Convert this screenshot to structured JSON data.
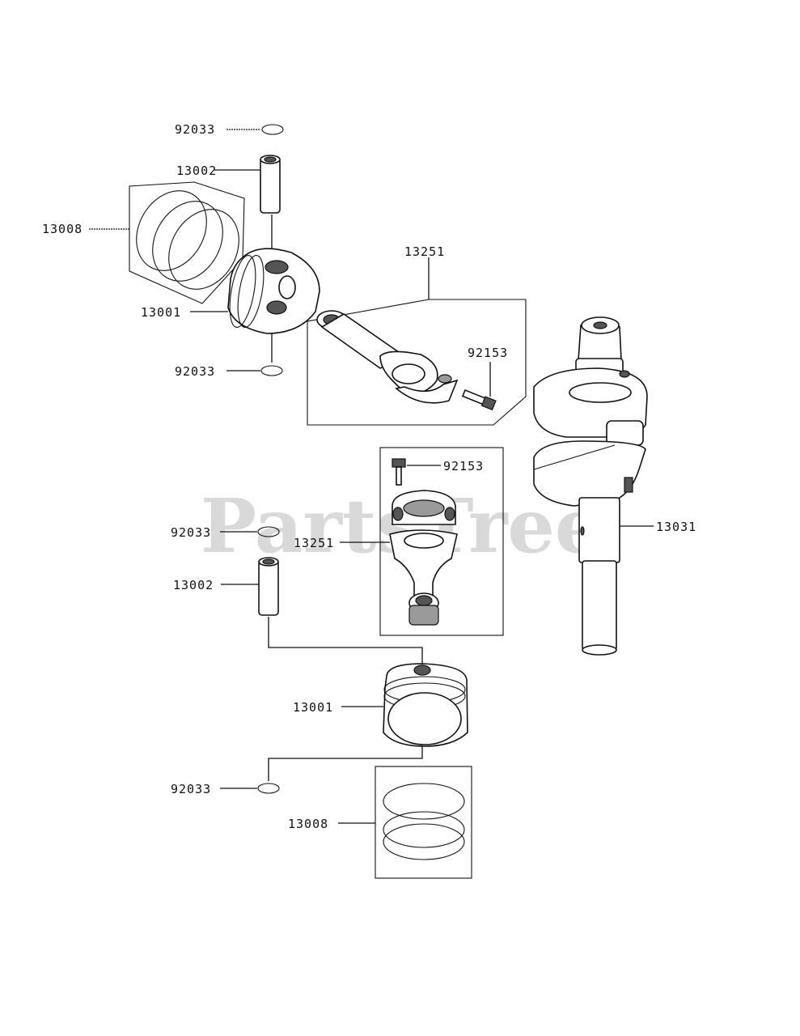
{
  "watermark": "PartsTree",
  "callouts": [
    {
      "id": "c1",
      "part": "92033"
    },
    {
      "id": "c2",
      "part": "13002"
    },
    {
      "id": "c3",
      "part": "13008"
    },
    {
      "id": "c4",
      "part": "13001"
    },
    {
      "id": "c5",
      "part": "92033"
    },
    {
      "id": "c6",
      "part": "13251"
    },
    {
      "id": "c7",
      "part": "92153"
    },
    {
      "id": "c8",
      "part": "92153"
    },
    {
      "id": "c9",
      "part": "13251"
    },
    {
      "id": "c10",
      "part": "92033"
    },
    {
      "id": "c11",
      "part": "13002"
    },
    {
      "id": "c12",
      "part": "13031"
    },
    {
      "id": "c13",
      "part": "13001"
    },
    {
      "id": "c14",
      "part": "92033"
    },
    {
      "id": "c15",
      "part": "13008"
    }
  ]
}
